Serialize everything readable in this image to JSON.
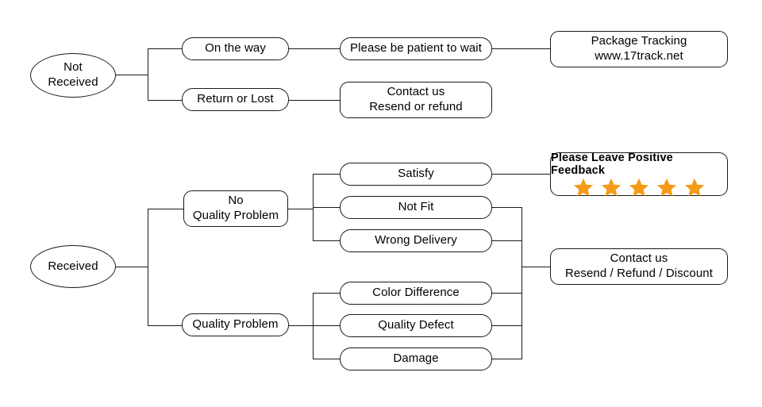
{
  "diagram": {
    "title": "Order Status Support Flowchart",
    "colors": {
      "line": "#1a1a1a",
      "box_border": "#1a1a1a",
      "background": "#ffffff",
      "text": "#000000",
      "star": "#F59B18"
    },
    "branches": [
      {
        "id": "not-received",
        "root": {
          "label": "Not\nReceived",
          "shape": "ellipse"
        },
        "paths": [
          {
            "stage1": "On the way",
            "stage2": "Please be patient to wait",
            "stage3": "Package Tracking\nwww.17track.net"
          },
          {
            "stage1": "Return or Lost",
            "stage2": "Contact us\nResend or refund",
            "stage3": null
          }
        ]
      },
      {
        "id": "received",
        "root": {
          "label": "Received",
          "shape": "ellipse"
        },
        "paths": [
          {
            "stage1": "No\nQuality Problem",
            "reasons": [
              "Satisfy",
              "Not Fit",
              "Wrong Delivery"
            ]
          },
          {
            "stage1": "Quality Problem",
            "reasons": [
              "Color Difference",
              "Quality Defect",
              "Damage"
            ]
          }
        ],
        "outcomes": {
          "feedback": {
            "text": "Please Leave Positive Feedback",
            "stars": 5
          },
          "contact": "Contact us\nResend / Refund / Discount"
        }
      }
    ]
  },
  "nodes": {
    "not_received": "Not\nReceived",
    "on_the_way": "On the way",
    "be_patient": "Please be patient to wait",
    "package_tracking": "Package Tracking\nwww.17track.net",
    "return_or_lost": "Return or Lost",
    "contact_resend_refund": "Contact us\nResend or refund",
    "received": "Received",
    "no_quality_problem": "No\nQuality Problem",
    "quality_problem": "Quality Problem",
    "satisfy": "Satisfy",
    "not_fit": "Not Fit",
    "wrong_delivery": "Wrong Delivery",
    "color_difference": "Color Difference",
    "quality_defect": "Quality Defect",
    "damage": "Damage",
    "feedback_text": "Please Leave Positive Feedback",
    "contact_resend_refund_discount": "Contact us\nResend / Refund / Discount"
  },
  "ratings": {
    "star_count": 5,
    "star_glyph": "★"
  }
}
